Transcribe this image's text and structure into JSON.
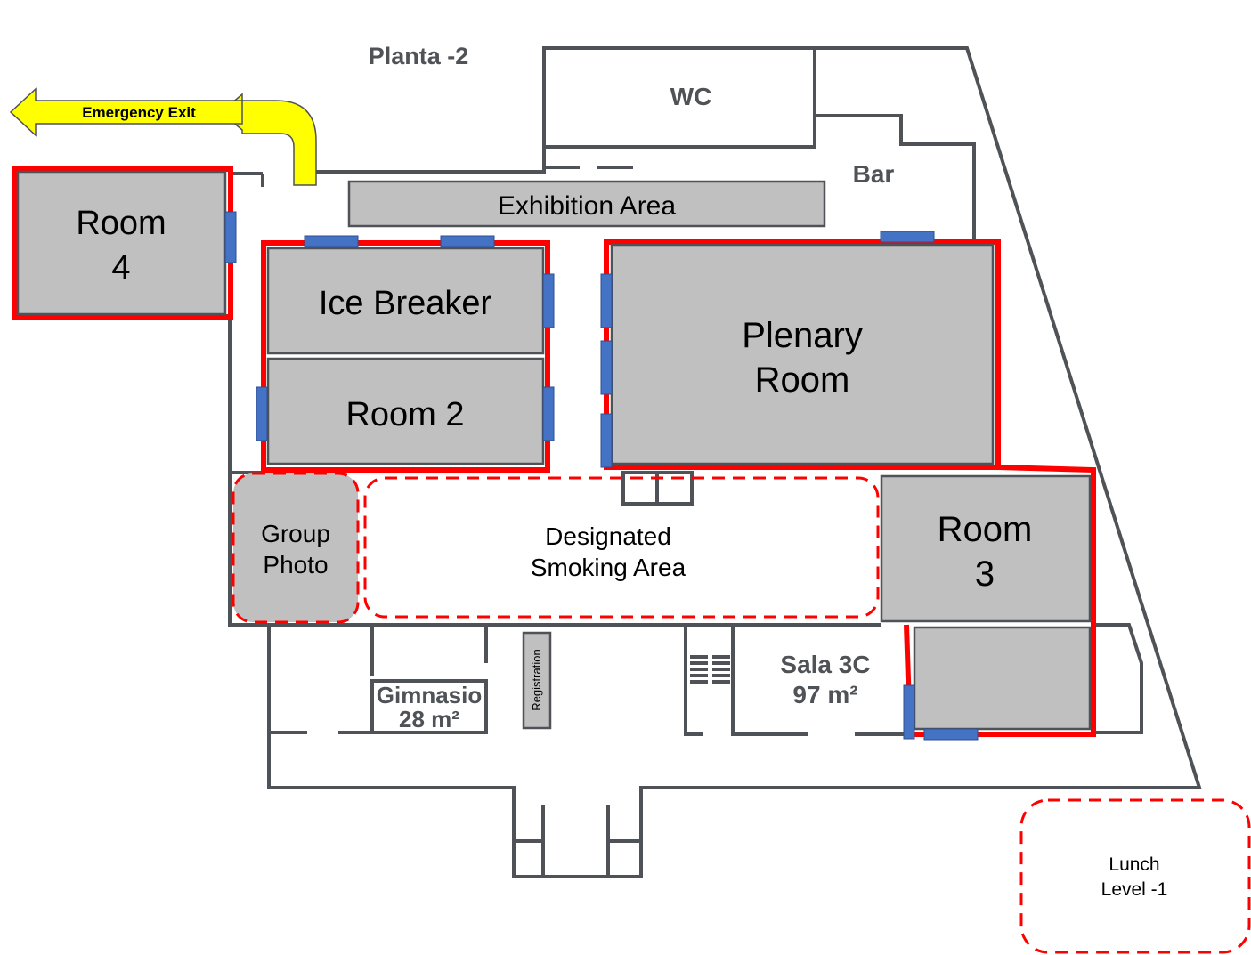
{
  "labels": {
    "planta": "Planta -2",
    "emergency_exit": "Emergency Exit",
    "wc": "WC",
    "bar": "Bar",
    "exhibition_area": "Exhibition Area",
    "room4_line1": "Room",
    "room4_line2": "4",
    "ice_breaker": "Ice Breaker",
    "room2": "Room 2",
    "plenary_line1": "Plenary",
    "plenary_line2": "Room",
    "group_photo_line1": "Group",
    "group_photo_line2": "Photo",
    "smoking_line1": "Designated",
    "smoking_line2": "Smoking Area",
    "room3_line1": "Room",
    "room3_line2": "3",
    "gimnasio_line1": "Gimnasio",
    "gimnasio_line2": "28 m²",
    "registration": "Registration",
    "sala3c_line1": "Sala 3C",
    "sala3c_line2": "97 m²",
    "lunch_line1": "Lunch",
    "lunch_line2": "Level -1"
  },
  "colors": {
    "wall": "#4f5256",
    "room_fill": "#c0c0c0",
    "highlight": "#ff0000",
    "door": "#4472c4",
    "arrow": "#ffff00"
  }
}
